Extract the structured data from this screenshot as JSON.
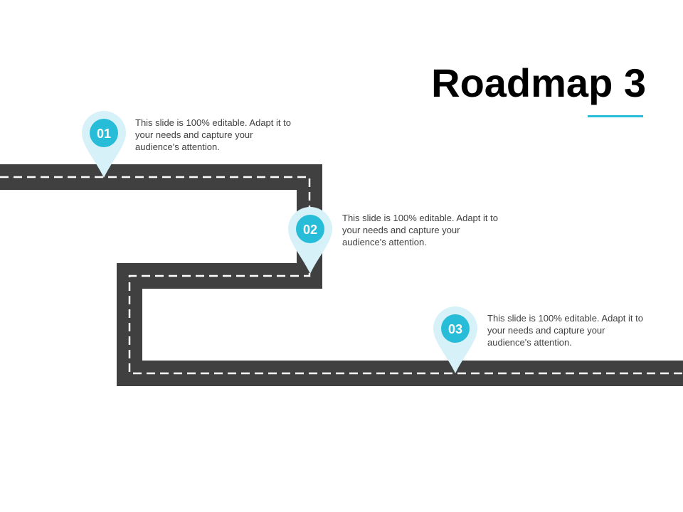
{
  "slide": {
    "title": "Roadmap 3"
  },
  "colors": {
    "road": "#404040",
    "lane_marking": "#ffffff",
    "pin_outer": "#d7f1f8",
    "pin_inner": "#27bcd7",
    "accent_underline": "#27bcd7",
    "text": "#404040"
  },
  "steps": [
    {
      "number": "01",
      "text": "This slide is 100% editable. Adapt it to your needs and capture your audience's attention."
    },
    {
      "number": "02",
      "text": "This slide is 100% editable. Adapt it to your needs and capture your audience's attention."
    },
    {
      "number": "03",
      "text": "This slide is 100% editable. Adapt it to your needs and capture your audience's attention."
    }
  ]
}
